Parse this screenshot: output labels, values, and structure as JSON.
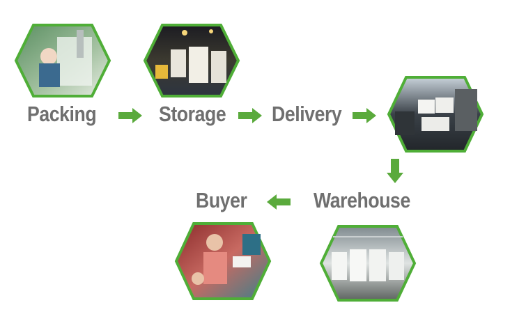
{
  "steps": {
    "packing": "Packing",
    "storage": "Storage",
    "delivery": "Delivery",
    "warehouse": "Warehouse",
    "buyer": "Buyer"
  },
  "colors": {
    "label": "#6f6f6f",
    "arrow": "#5aaa3c",
    "hex_border": "#4fae37"
  },
  "icons": {
    "flow_arrow": "arrow-icon",
    "photo": "hexagon-photo"
  }
}
